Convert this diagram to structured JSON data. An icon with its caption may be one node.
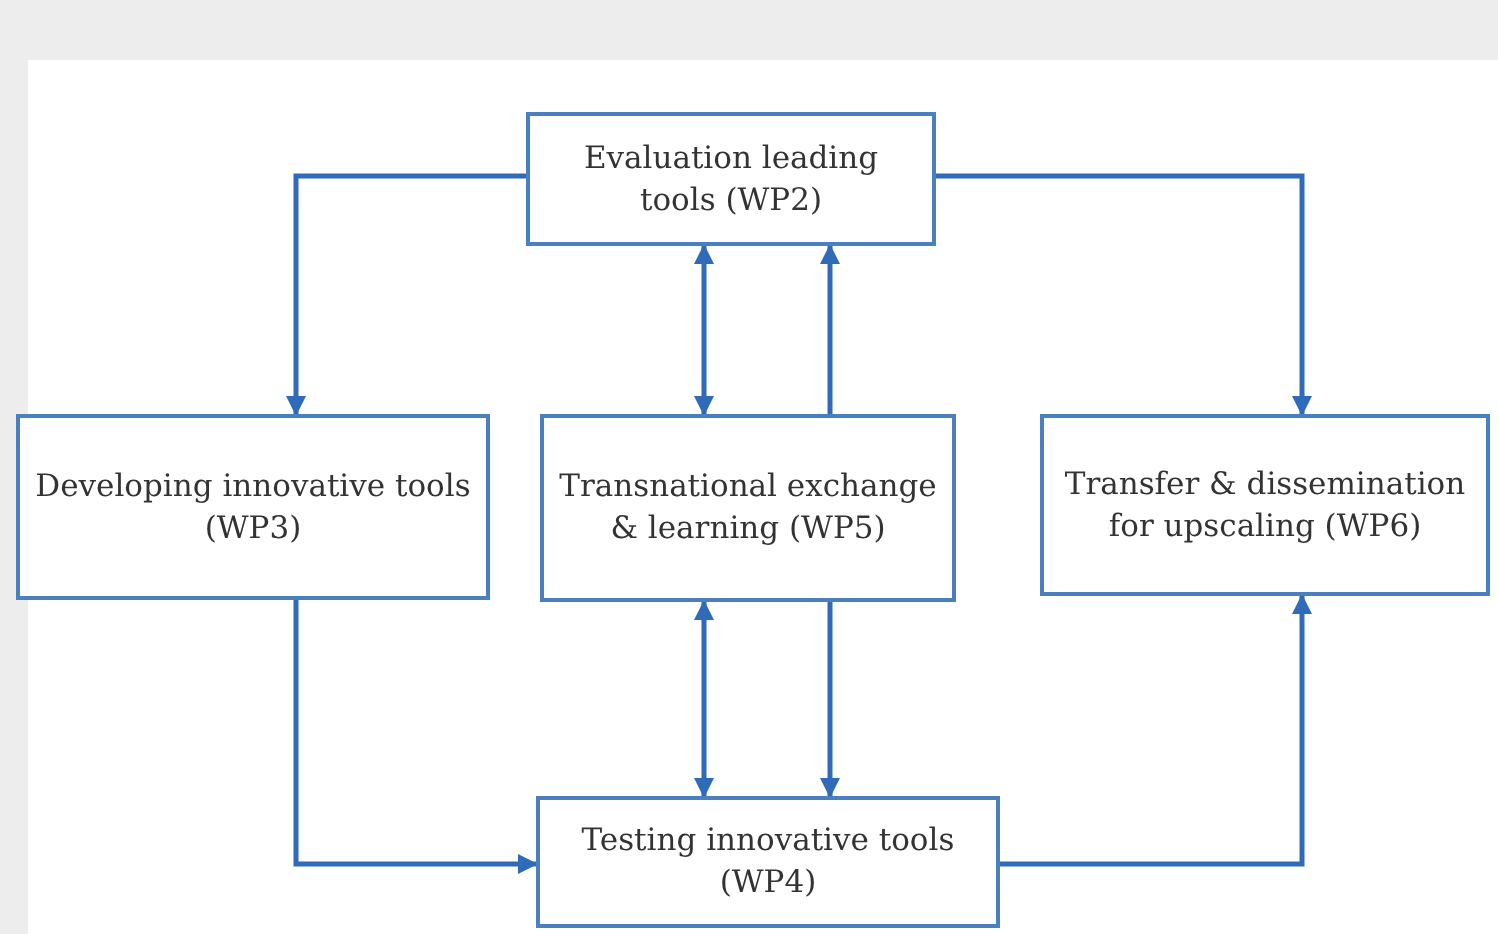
{
  "diagram": {
    "nodes": [
      {
        "text": [
          "Evaluation leading tools (WP2)"
        ]
      },
      {
        "text": [
          "Developing innovative tools (WP3)"
        ]
      },
      {
        "text": [
          "Transnational exchange & learning (WP5)"
        ]
      },
      {
        "text": [
          "Transfer & dissemination for upscaling (WP6)"
        ]
      },
      {
        "text": [
          "Testing innovative tools (WP4)"
        ]
      }
    ],
    "edges": [
      {
        "from": 0,
        "to": 1,
        "arrow": "to"
      },
      {
        "from": 0,
        "to": 3,
        "arrow": "to"
      },
      {
        "from": 0,
        "to": 2,
        "arrow": "both"
      },
      {
        "from": 2,
        "to": 0,
        "arrow": "to"
      },
      {
        "from": 2,
        "to": 4,
        "arrow": "both"
      },
      {
        "from": 2,
        "to": 4,
        "arrow": "to"
      },
      {
        "from": 1,
        "to": 4,
        "arrow": "to"
      },
      {
        "from": 4,
        "to": 3,
        "arrow": "to"
      }
    ]
  }
}
